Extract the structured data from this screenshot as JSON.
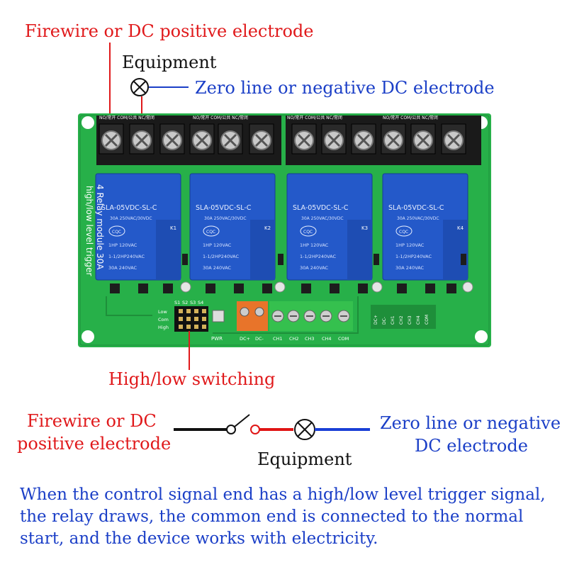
{
  "labels": {
    "firewire_top": "Firewire or DC positive electrode",
    "equipment_top": "Equipment",
    "zero_line_top": "Zero line or negative DC electrode",
    "high_low_switching": "High/low switching",
    "firewire_bottom_line1": "Firewire or DC",
    "firewire_bottom_line2": "positive electrode",
    "equipment_bottom": "Equipment",
    "zero_line_bottom_line1": "Zero line or negative",
    "zero_line_bottom_line2": "DC electrode",
    "description": "When the control signal end has a high/low level trigger signal, the relay draws, the common end is connected to the normal start, and the device works with electricity."
  },
  "board": {
    "relay_model": "SLA-05VDC-SL-C",
    "relay_rating": "30A 250VAC/30VDC",
    "relay_cert": "CQC",
    "relay_spec_1": "1HP 120VAC",
    "relay_spec_2": "1-1/2HP240VAC",
    "relay_spec_3": "30A 240VAC",
    "relay_ids": [
      "K1",
      "K2",
      "K3",
      "K4"
    ],
    "side_text_1": "4 Relay module 30A",
    "side_text_2": "high/low level trigger",
    "jumper_headers": [
      "S1",
      "S2",
      "S3",
      "S4"
    ],
    "jumper_rows": [
      "Low",
      "Com",
      "High"
    ],
    "input_labels": [
      "DC+",
      "DC-",
      "CH1",
      "CH2",
      "CH3",
      "CH4",
      "COM"
    ],
    "right_pins": [
      "DC+",
      "DC-",
      "CH1",
      "CH2",
      "CH3",
      "CH4",
      "COM"
    ],
    "pwr": "PWR",
    "terminal_tag": "NO/常开   COM/公共   NC/常闭"
  },
  "colors": {
    "pcb": "#27b049",
    "relay": "#2459c9",
    "red_text": "#e0191b",
    "blue_text": "#1b3fc7",
    "wire_red": "#e01515",
    "wire_blue": "#1a3fd6"
  }
}
